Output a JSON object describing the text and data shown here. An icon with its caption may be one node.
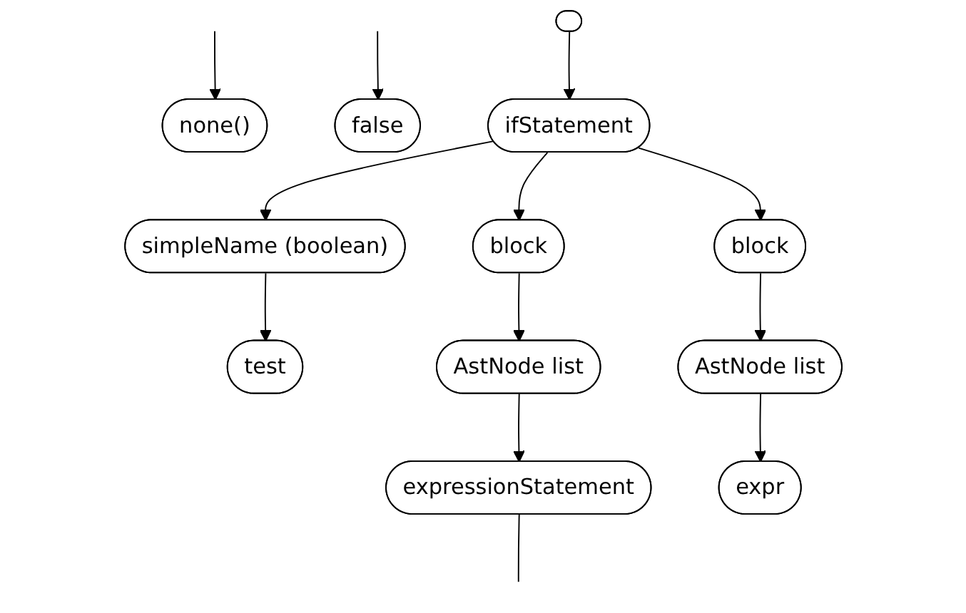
{
  "diagram": {
    "nodes": [
      {
        "text": [],
        "shape": "ellipse"
      },
      {
        "text": [
          "none()"
        ]
      },
      {
        "text": [
          "false"
        ]
      },
      {
        "text": [
          "ifStatement"
        ]
      },
      {
        "text": [
          "simpleName (boolean)"
        ]
      },
      {
        "text": [
          "block"
        ]
      },
      {
        "text": [
          "block"
        ]
      },
      {
        "text": [
          "test"
        ]
      },
      {
        "text": [
          "AstNode list"
        ]
      },
      {
        "text": [
          "AstNode list"
        ]
      },
      {
        "text": [
          "expressionStatement"
        ]
      },
      {
        "text": [
          "expr"
        ]
      }
    ],
    "edges": [
      {
        "from": null,
        "to": 1,
        "arrow": "to"
      },
      {
        "from": null,
        "to": 2,
        "arrow": "to"
      },
      {
        "from": 0,
        "to": 3,
        "arrow": "to"
      },
      {
        "from": 3,
        "to": 4,
        "arrow": "to"
      },
      {
        "from": 3,
        "to": 5,
        "arrow": "to"
      },
      {
        "from": 3,
        "to": 6,
        "arrow": "to"
      },
      {
        "from": 4,
        "to": 7,
        "arrow": "to"
      },
      {
        "from": 5,
        "to": 8,
        "arrow": "to"
      },
      {
        "from": 6,
        "to": 9,
        "arrow": "to"
      },
      {
        "from": 8,
        "to": 10,
        "arrow": "to"
      },
      {
        "from": 9,
        "to": 11,
        "arrow": "to"
      },
      {
        "from": 10,
        "to": null,
        "arrow": "none"
      }
    ]
  }
}
